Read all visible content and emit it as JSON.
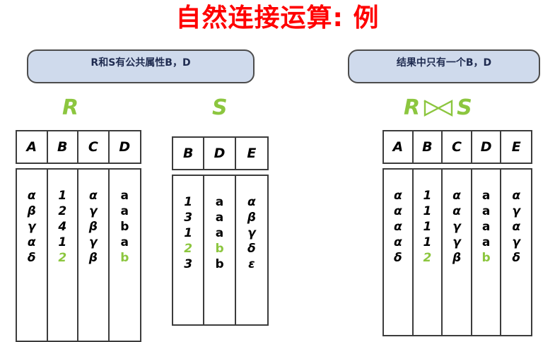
{
  "title": "自然连接运算: 例",
  "colors": {
    "title": "#FF0000",
    "accent_green": "#8CC63F",
    "callout_fill": "#CFDAEC",
    "callout_border": "#4C4C4C",
    "table_border": "#3C3C3C",
    "text": "#000000"
  },
  "callouts": {
    "left": "R和S有公共属性B，D",
    "right": "结果中只有一个B，D"
  },
  "labels": {
    "r": "R",
    "s": "S",
    "join_left": "R",
    "join_right": "S",
    "join_symbol_name": "natural-join-bowtie-icon"
  },
  "tables": {
    "r": {
      "name": "R",
      "headers": [
        "A",
        "B",
        "C",
        "D"
      ],
      "rows": [
        [
          {
            "v": "α",
            "green": false
          },
          {
            "v": "1",
            "green": false
          },
          {
            "v": "α",
            "green": false
          },
          {
            "v": "a",
            "green": false,
            "upright": true
          }
        ],
        [
          {
            "v": "β",
            "green": false
          },
          {
            "v": "2",
            "green": false
          },
          {
            "v": "γ",
            "green": false
          },
          {
            "v": "a",
            "green": false,
            "upright": true
          }
        ],
        [
          {
            "v": "γ",
            "green": false
          },
          {
            "v": "4",
            "green": false
          },
          {
            "v": "β",
            "green": false
          },
          {
            "v": "b",
            "green": false,
            "upright": true
          }
        ],
        [
          {
            "v": "α",
            "green": false
          },
          {
            "v": "1",
            "green": false
          },
          {
            "v": "γ",
            "green": false
          },
          {
            "v": "a",
            "green": false,
            "upright": true
          }
        ],
        [
          {
            "v": "δ",
            "green": false
          },
          {
            "v": "2",
            "green": true
          },
          {
            "v": "β",
            "green": false
          },
          {
            "v": "b",
            "green": true,
            "upright": true
          }
        ]
      ]
    },
    "s": {
      "name": "S",
      "headers": [
        "B",
        "D",
        "E"
      ],
      "rows": [
        [
          {
            "v": "1",
            "green": false
          },
          {
            "v": "a",
            "green": false,
            "upright": true
          },
          {
            "v": "α",
            "green": false
          }
        ],
        [
          {
            "v": "3",
            "green": false
          },
          {
            "v": "a",
            "green": false,
            "upright": true
          },
          {
            "v": "β",
            "green": false
          }
        ],
        [
          {
            "v": "1",
            "green": false
          },
          {
            "v": "a",
            "green": false,
            "upright": true
          },
          {
            "v": "γ",
            "green": false
          }
        ],
        [
          {
            "v": "2",
            "green": true
          },
          {
            "v": "b",
            "green": true,
            "upright": true
          },
          {
            "v": "δ",
            "green": false
          }
        ],
        [
          {
            "v": "3",
            "green": false
          },
          {
            "v": "b",
            "green": false,
            "upright": true
          },
          {
            "v": "ε",
            "green": false
          }
        ]
      ]
    },
    "join": {
      "name": "R ⋈ S",
      "headers": [
        "A",
        "B",
        "C",
        "D",
        "E"
      ],
      "rows": [
        [
          {
            "v": "α",
            "green": false
          },
          {
            "v": "1",
            "green": false
          },
          {
            "v": "α",
            "green": false
          },
          {
            "v": "a",
            "green": false,
            "upright": true
          },
          {
            "v": "α",
            "green": false
          }
        ],
        [
          {
            "v": "α",
            "green": false
          },
          {
            "v": "1",
            "green": false
          },
          {
            "v": "α",
            "green": false
          },
          {
            "v": "a",
            "green": false,
            "upright": true
          },
          {
            "v": "γ",
            "green": false
          }
        ],
        [
          {
            "v": "α",
            "green": false
          },
          {
            "v": "1",
            "green": false
          },
          {
            "v": "γ",
            "green": false
          },
          {
            "v": "a",
            "green": false,
            "upright": true
          },
          {
            "v": "α",
            "green": false
          }
        ],
        [
          {
            "v": "α",
            "green": false
          },
          {
            "v": "1",
            "green": false
          },
          {
            "v": "γ",
            "green": false
          },
          {
            "v": "a",
            "green": false,
            "upright": true
          },
          {
            "v": "γ",
            "green": false
          }
        ],
        [
          {
            "v": "δ",
            "green": false
          },
          {
            "v": "2",
            "green": true
          },
          {
            "v": "β",
            "green": false
          },
          {
            "v": "b",
            "green": true,
            "upright": true
          },
          {
            "v": "δ",
            "green": false
          }
        ]
      ]
    }
  }
}
